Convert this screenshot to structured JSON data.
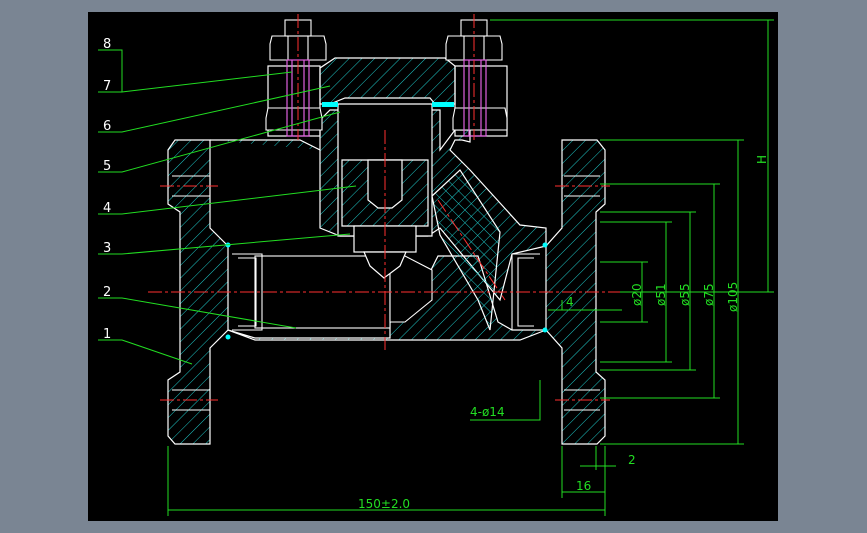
{
  "colors": {
    "background": "#000000",
    "frame": "#7a8593",
    "outline": "#ffffff",
    "dimension": "#22dd22",
    "hatch": "#1ec8c8",
    "centerline": "#ff3030",
    "bolt": "#e060e0",
    "gasket": "#00ffff"
  },
  "callouts": [
    "1",
    "2",
    "3",
    "4",
    "5",
    "6",
    "7",
    "8"
  ],
  "dimensions": {
    "phi20": "ø20",
    "phi51": "ø51",
    "phi55": "ø55",
    "phi75": "ø75",
    "phi105": "ø105",
    "height": "H",
    "four": "4",
    "holes": "4-ø14",
    "two": "2",
    "sixteen": "16",
    "length": "150±2.0"
  }
}
